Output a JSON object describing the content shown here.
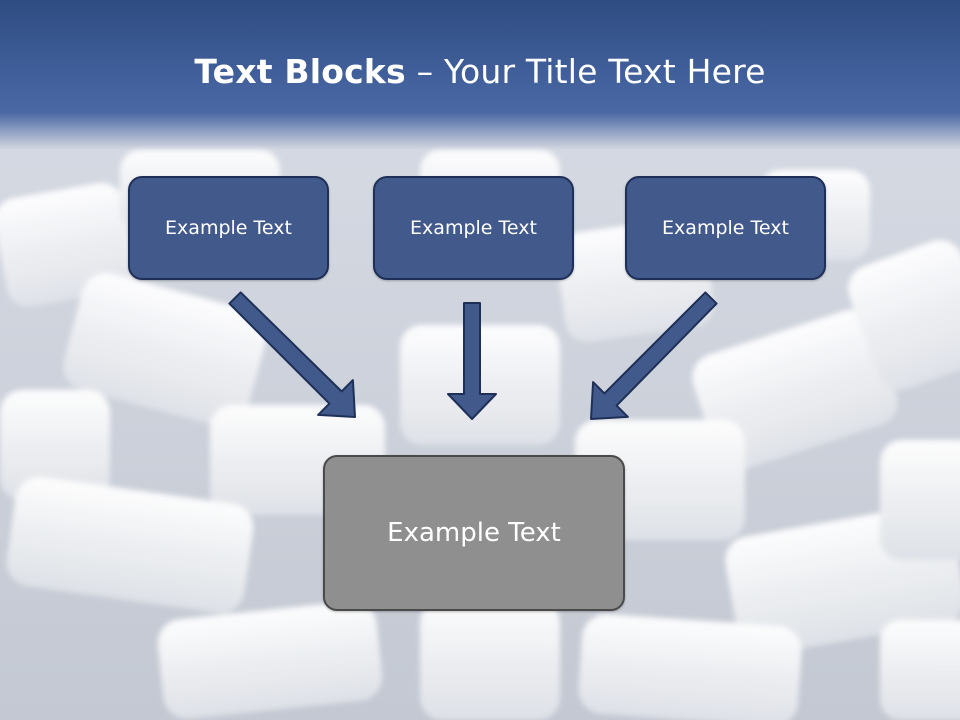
{
  "slide": {
    "title_bold": "Text Blocks",
    "title_separator": " – ",
    "title_rest": "Your Title Text Here"
  },
  "blocks": [
    {
      "label": "Example Text"
    },
    {
      "label": "Example Text"
    },
    {
      "label": "Example Text"
    }
  ],
  "center_block": {
    "label": "Example Text"
  },
  "colors": {
    "header": "#3f5d98",
    "block_fill": "#42598c",
    "block_border": "#1e3057",
    "center_fill": "#8f8f8f",
    "center_border": "#4a4a4a"
  }
}
